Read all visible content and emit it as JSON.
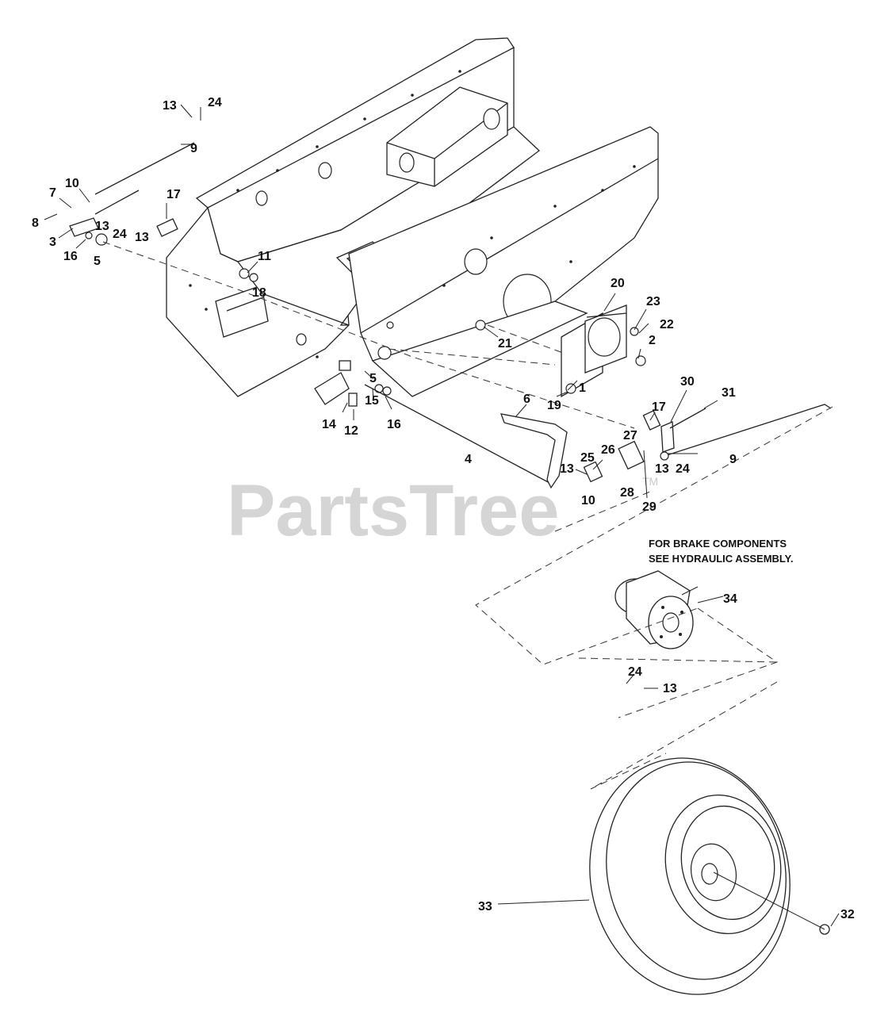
{
  "watermark": {
    "brand": "PartsTree",
    "trademark": "TM"
  },
  "note": {
    "line1": "FOR BRAKE COMPONENTS",
    "line2": "SEE HYDRAULIC ASSEMBLY."
  },
  "callouts": {
    "c13a": "13",
    "c24a": "24",
    "c9a": "9",
    "c7": "7",
    "c10a": "10",
    "c8": "8",
    "c13b": "13",
    "c24b": "24",
    "c13c": "13",
    "c3": "3",
    "c16a": "16",
    "c5a": "5",
    "c17a": "17",
    "c11": "11",
    "c18": "18",
    "c20": "20",
    "c23": "23",
    "c22": "22",
    "c21": "21",
    "c2": "2",
    "c1": "1",
    "c19": "19",
    "c5b": "5",
    "c15": "15",
    "c16b": "16",
    "c14": "14",
    "c12": "12",
    "c6": "6",
    "c4": "4",
    "c30": "30",
    "c31": "31",
    "c17b": "17",
    "c27": "27",
    "c26": "26",
    "c25": "25",
    "c13d": "13",
    "c24c": "24",
    "c13e": "13",
    "c9b": "9",
    "c10b": "10",
    "c28": "28",
    "c29": "29",
    "c34": "34",
    "c24d": "24",
    "c13f": "13",
    "c33": "33",
    "c32": "32"
  }
}
